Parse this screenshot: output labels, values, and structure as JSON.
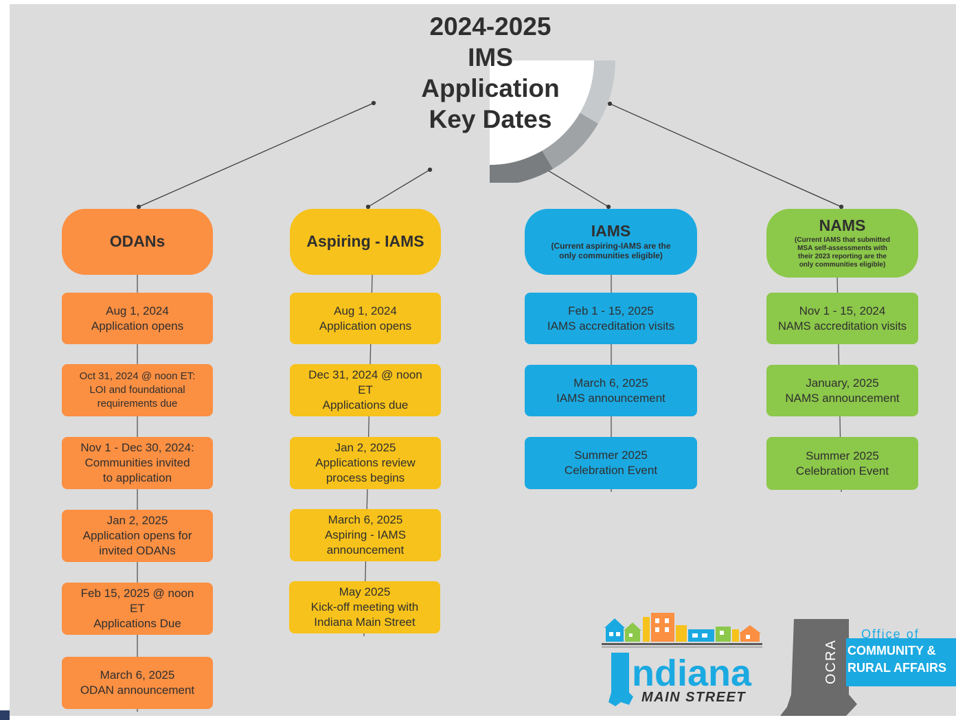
{
  "title": {
    "line1": "2024-2025",
    "line2": "IMS",
    "line3": "Application",
    "line4": "Key Dates"
  },
  "colors": {
    "orange": "#fb8f42",
    "yellow": "#f7c21b",
    "blue": "#1ba9e1",
    "green": "#8cc84a",
    "background": "#dcdcdc"
  },
  "columns": [
    {
      "header": "ODANs",
      "subheader": "",
      "items": [
        [
          "Aug 1, 2024",
          "Application opens"
        ],
        [
          "Oct 31, 2024 @ noon ET:",
          "LOI and foundational",
          "requirements due"
        ],
        [
          "Nov 1 - Dec 30, 2024:",
          "Communities invited",
          "to application"
        ],
        [
          "Jan 2, 2025",
          "Application opens for",
          "invited ODANs"
        ],
        [
          "Feb 15, 2025 @ noon",
          "ET",
          "Applications Due"
        ],
        [
          "March 6, 2025",
          "ODAN announcement"
        ]
      ]
    },
    {
      "header": "Aspiring - IAMS",
      "subheader": "",
      "items": [
        [
          "Aug 1, 2024",
          "Application opens"
        ],
        [
          "Dec 31, 2024 @ noon",
          "ET",
          "Applications due"
        ],
        [
          "Jan 2, 2025",
          "Applications review",
          "process begins"
        ],
        [
          "March 6, 2025",
          "Aspiring - IAMS",
          "announcement"
        ],
        [
          "May 2025",
          "Kick-off meeting with",
          "Indiana Main Street"
        ]
      ]
    },
    {
      "header": "IAMS",
      "subheader": [
        "(Current aspiring-IAMS are the",
        "only communities eligible)"
      ],
      "items": [
        [
          "Feb 1 - 15, 2025",
          "IAMS accreditation visits"
        ],
        [
          "March 6, 2025",
          "IAMS announcement"
        ],
        [
          "Summer 2025",
          "Celebration Event"
        ]
      ]
    },
    {
      "header": "NAMS",
      "subheader": [
        "(Current IAMS that submitted",
        "MSA self-assessments with",
        "their 2023 reporting are the",
        "only communities eligible)"
      ],
      "items": [
        [
          "Nov 1 - 15, 2024",
          "NAMS accreditation visits"
        ],
        [
          "January, 2025",
          "NAMS announcement"
        ],
        [
          "Summer 2025",
          "Celebration Event"
        ]
      ]
    }
  ],
  "logos": {
    "ims": {
      "word1": "ndiana",
      "word2": "MAIN STREET"
    },
    "ocra": {
      "vertical": "OCRA",
      "line1": "Office of",
      "line2": "COMMUNITY &",
      "line3": "RURAL AFFAIRS"
    }
  }
}
